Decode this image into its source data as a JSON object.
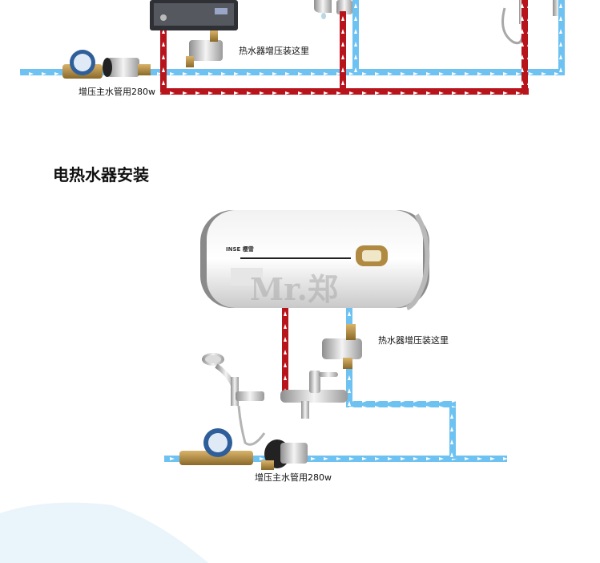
{
  "section_title": "电热水器安装",
  "labels": {
    "top_pump": "热水器增压装这里",
    "top_main": "增压主水管用280w",
    "bottom_pump": "热水器增压装这里",
    "bottom_main": "增压主水管用280w"
  },
  "heater_brand": "INSE 樱雪",
  "watermark": "Mr.郑",
  "colors": {
    "hot_pipe": "#b8141c",
    "cold_pipe": "#6ec2f2",
    "arrow": "#ffffff"
  },
  "icons": {
    "water_meter": "water-meter-icon",
    "booster_pump": "booster-pump-icon",
    "water_heater": "water-heater-icon",
    "faucet": "faucet-icon",
    "shower": "shower-head-icon"
  }
}
